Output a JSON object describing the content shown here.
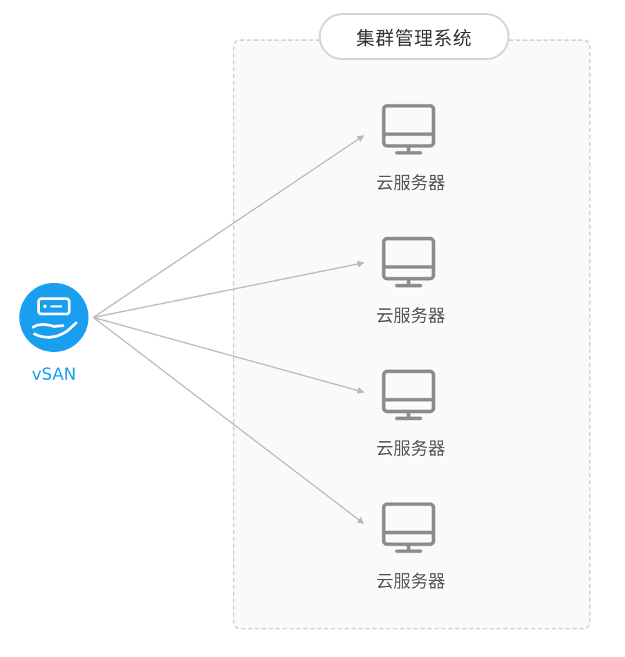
{
  "cluster": {
    "title": "集群管理系统"
  },
  "source": {
    "label": "vSAN",
    "icon": "hand-holding-server-icon",
    "color": "#1a9ff0"
  },
  "servers": [
    {
      "label": "云服务器",
      "icon": "monitor-icon"
    },
    {
      "label": "云服务器",
      "icon": "monitor-icon"
    },
    {
      "label": "云服务器",
      "icon": "monitor-icon"
    },
    {
      "label": "云服务器",
      "icon": "monitor-icon"
    }
  ],
  "colors": {
    "arrow": "#b8b8b8",
    "server_icon": "#8c8c8c",
    "cluster_border": "#d0d0d0"
  }
}
